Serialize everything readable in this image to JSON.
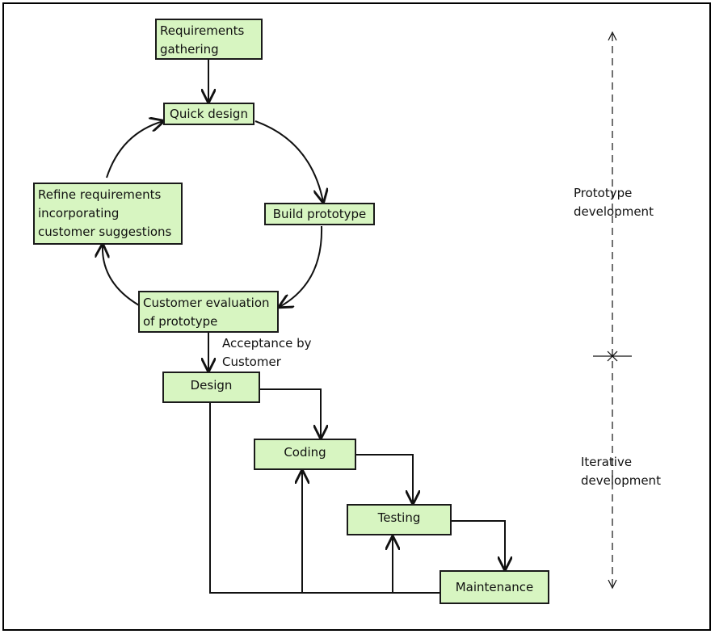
{
  "diagram": {
    "boxes": {
      "requirements_gathering": "Requirements\ngathering",
      "quick_design": "Quick design",
      "build_prototype": "Build prototype",
      "refine_requirements": "Refine requirements\nincorporating\ncustomer suggestions",
      "customer_evaluation": "Customer evaluation\nof prototype",
      "design": "Design",
      "coding": "Coding",
      "testing": "Testing",
      "maintenance": "Maintenance"
    },
    "labels": {
      "acceptance": "Acceptance by\nCustomer",
      "prototype_development": "Prototype\ndevelopment",
      "iterative_development": "Iterative\ndevelopment"
    },
    "colors": {
      "box_fill": "#d7f5c1",
      "stroke": "#1a1a1a"
    }
  }
}
